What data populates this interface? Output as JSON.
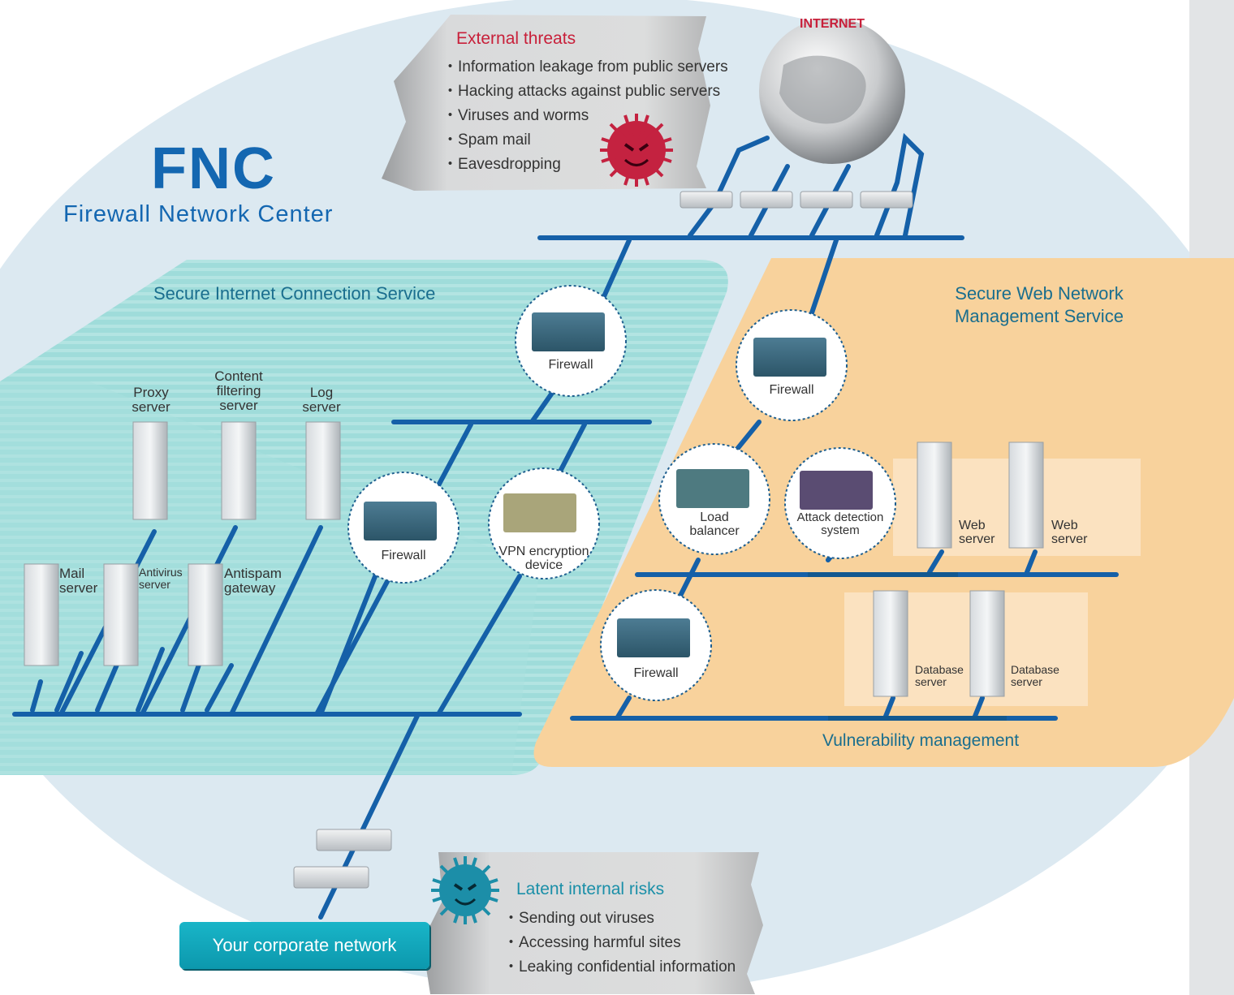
{
  "logo": {
    "title": "FNC",
    "subtitle": "Firewall Network Center"
  },
  "internet": {
    "label": "INTERNET"
  },
  "external_threats": {
    "title": "External threats",
    "items": [
      "Information leakage from public servers",
      "Hacking attacks against public servers",
      "Viruses and worms",
      "Spam mail",
      "Eavesdropping"
    ]
  },
  "internal_risks": {
    "title": "Latent internal risks",
    "items": [
      "Sending out viruses",
      "Accessing harmful sites",
      "Leaking confidential information"
    ]
  },
  "secure_internet": {
    "title": "Secure Internet Connection Service",
    "proxy": "Proxy\nserver",
    "content_filter": "Content\nfiltering\nserver",
    "log": "Log\nserver",
    "mail": "Mail\nserver",
    "antivirus": "Antivirus\nserver",
    "antispam": "Antispam\ngateway",
    "firewall_top": "Firewall",
    "firewall_mid": "Firewall",
    "vpn": "VPN encryption\ndevice"
  },
  "secure_web": {
    "title": "Secure Web Network\nManagement Service",
    "firewall_top": "Firewall",
    "load_balancer": "Load\nbalancer",
    "attack_detection": "Attack detection\nsystem",
    "web_server_1": "Web\nserver",
    "web_server_2": "Web\nserver",
    "firewall_bottom": "Firewall",
    "db_server_1": "Database\nserver",
    "db_server_2": "Database\nserver",
    "vulnerability": "Vulnerability management"
  },
  "corporate_network": "Your corporate network",
  "colors": {
    "cable": "#1560a8",
    "teal_panel": "#7dcfcc",
    "orange_panel": "#f8d29c",
    "ellipse": "#dce9f1",
    "logo": "#1467b1",
    "threat_title": "#c8203a",
    "service_title": "#1a6e8e"
  }
}
